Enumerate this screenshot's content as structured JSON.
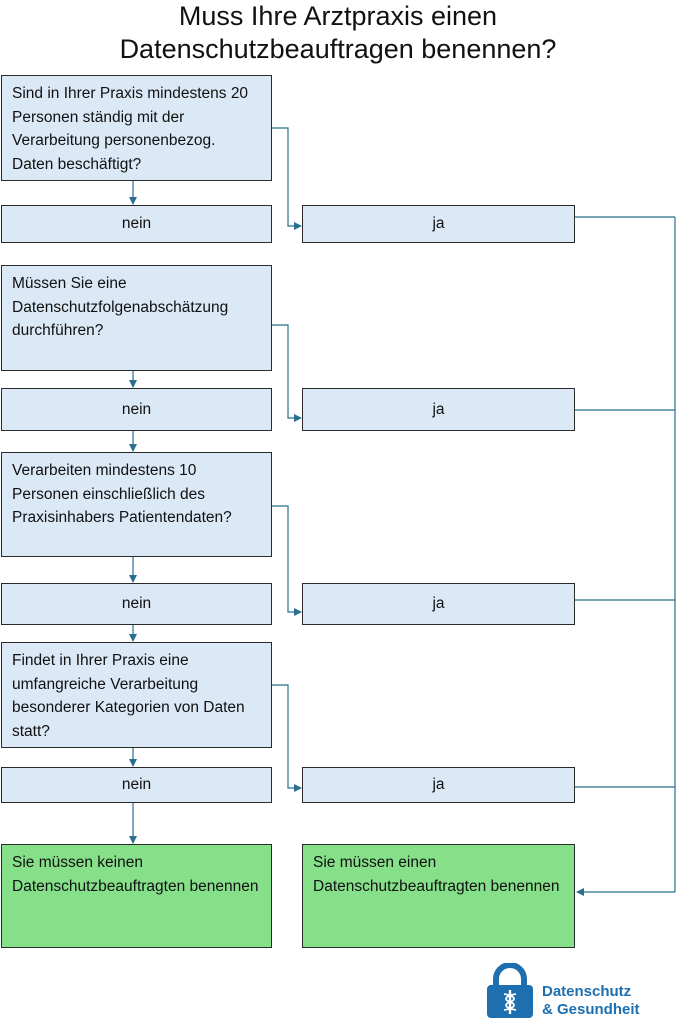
{
  "title": [
    "Muss Ihre Arztpraxis einen",
    "Datenschutzbeauftragen benennen?"
  ],
  "questions": [
    "Sind in Ihrer Praxis mindestens 20 Personen ständig mit der Verarbeitung personenbezog. Daten beschäftigt?",
    "Müssen Sie eine Datenschutzfolgenabschätzung durchführen?",
    "Verarbeiten mindestens 10 Personen einschließlich des Praxisinhabers Patientendaten?",
    "Findet in Ihrer Praxis eine umfangreiche Verarbeitung besonderer Kategorien von Daten statt?"
  ],
  "no_label": "nein",
  "yes_label": "ja",
  "results": {
    "no_dpo": "Sie müssen keinen Datenschutzbeauftragten benennen",
    "dpo": "Sie müssen einen Datenschutzbeauftragten benennen"
  },
  "logo": {
    "line1": "Datenschutz",
    "line2": "& Gesundheit",
    "color": "#1d6fb0"
  },
  "colors": {
    "box": "#dbe8f6",
    "result": "#85e089",
    "connector": "#2a6f8f"
  }
}
